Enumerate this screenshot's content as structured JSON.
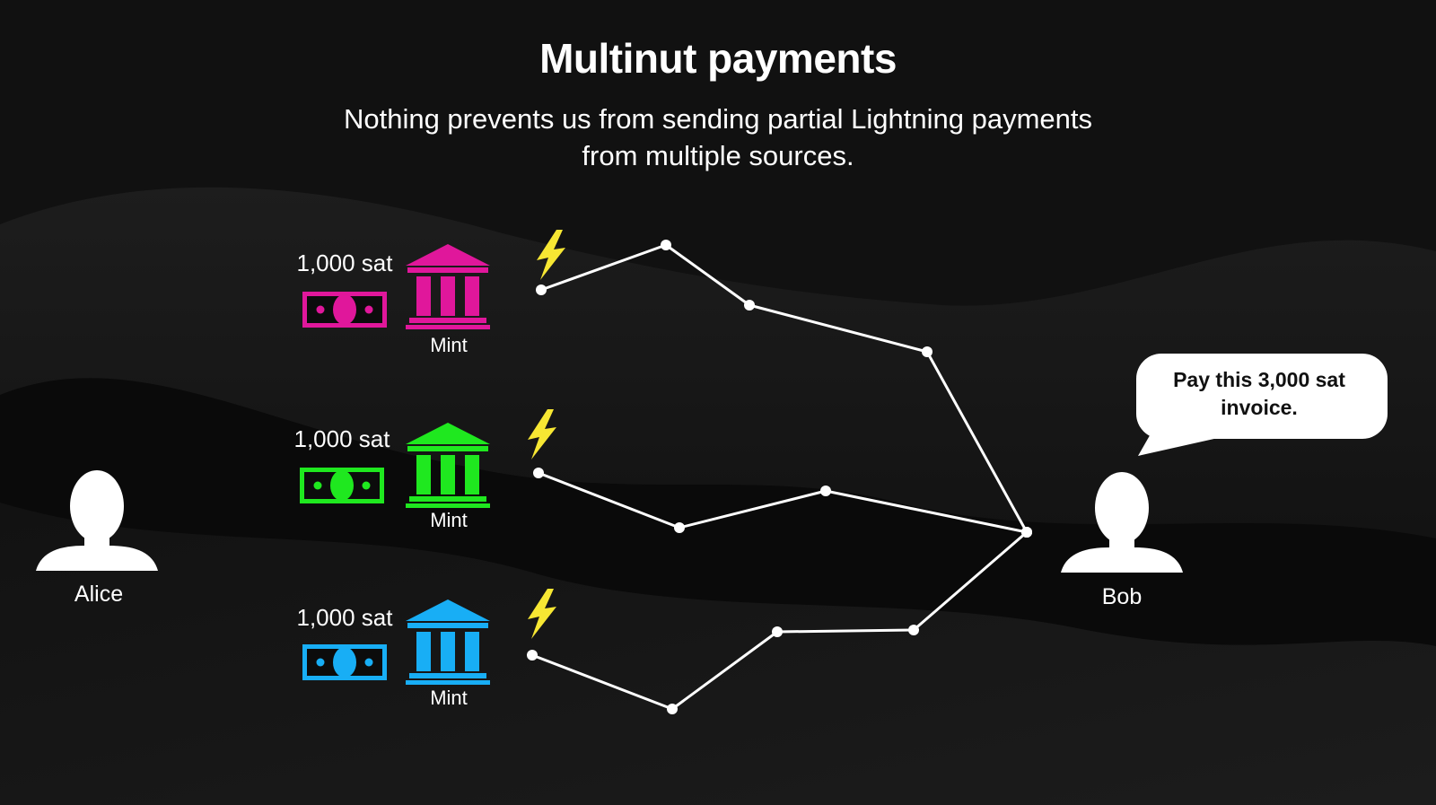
{
  "title": "Multinut payments",
  "subtitle": "Nothing prevents us from sending partial Lightning payments from multiple sources.",
  "colors": {
    "mint_1": "#e0179b",
    "mint_2": "#1fe81f",
    "mint_3": "#18aef5",
    "lightning": "#f7e733",
    "path": "#ffffff",
    "background": "#0c0c0c"
  },
  "mints": [
    {
      "amount": "1,000 sat",
      "label": "Mint",
      "color": "#e0179b"
    },
    {
      "amount": "1,000 sat",
      "label": "Mint",
      "color": "#1fe81f"
    },
    {
      "amount": "1,000 sat",
      "label": "Mint",
      "color": "#18aef5"
    }
  ],
  "icons": {
    "mint": "bank-icon",
    "token": "banknote-icon",
    "lightning": "lightning-bolt-icon",
    "person": "person-silhouette-icon"
  },
  "alice": {
    "label": "Alice"
  },
  "bob": {
    "label": "Bob"
  },
  "speech_bubble": {
    "text": "Pay this 3,000 sat invoice."
  }
}
